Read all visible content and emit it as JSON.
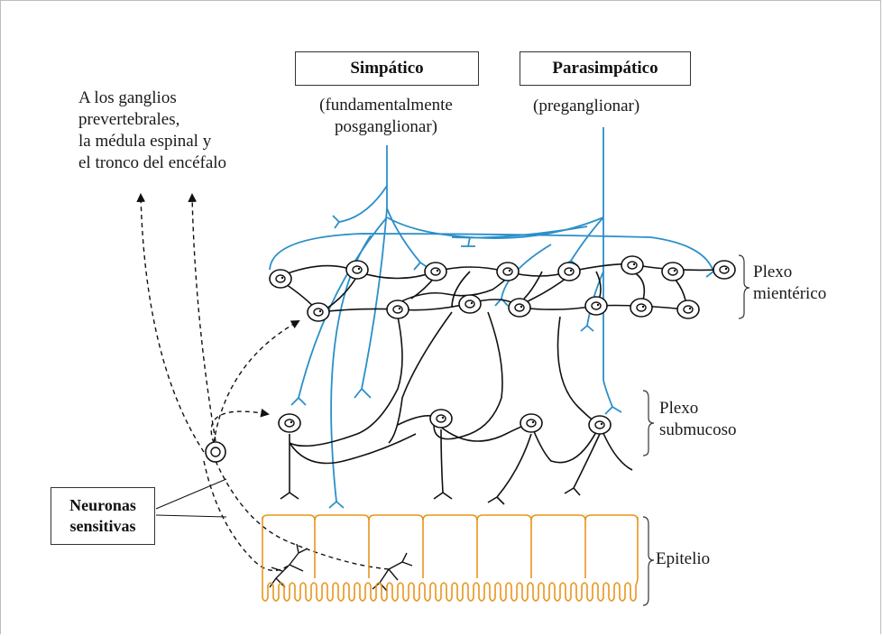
{
  "labels": {
    "sympathetic": "Simpático",
    "sympathetic_note": "(fundamentalmente\nposganglionar)",
    "parasympathetic": "Parasimpático",
    "parasympathetic_note": "(preganglionar)",
    "afferent_target": "A los ganglios\nprevertebrales,\nla médula espinal y\nel tronco del encéfalo",
    "myenteric": "Plexo\nmientérico",
    "submucosal": "Plexo\nsubmucoso",
    "epithelium": "Epitelio",
    "sensory_neurons": "Neuronas\nsensitivas"
  },
  "colors": {
    "autonomic_fibers": "#2b8fc8",
    "enteric_neurons": "#111111",
    "epithelium": "#e8961e",
    "sensory_pathway": "#111111"
  }
}
